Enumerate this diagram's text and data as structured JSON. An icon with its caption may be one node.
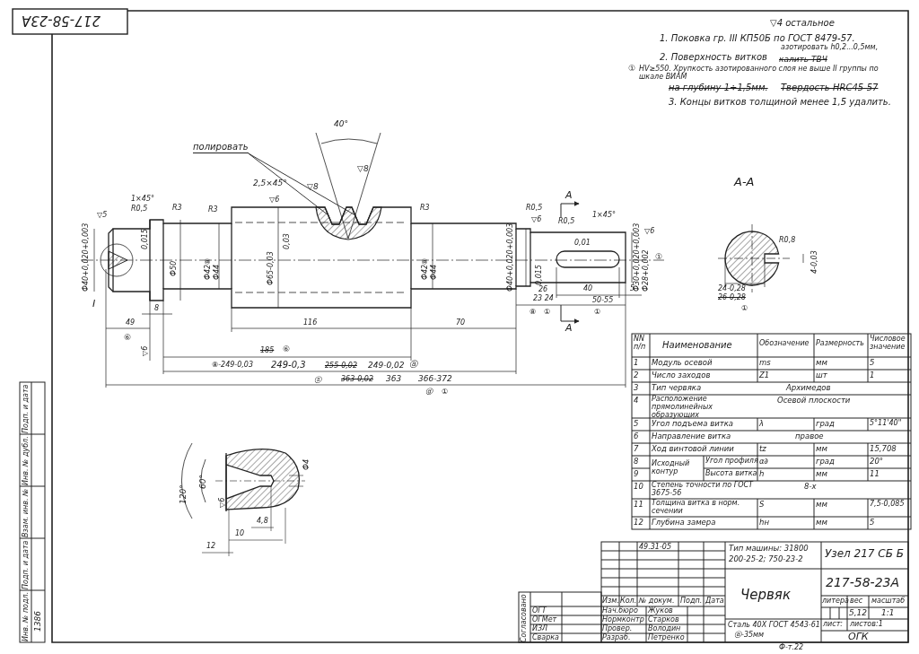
{
  "diagram": {
    "nodes": [
      {
        "text": [
          "полировать"
        ]
      },
      {
        "text": [],
        "shape": "picture"
      }
    ],
    "edges": [
      {
        "from": 0,
        "to": 1,
        "arrow": "none"
      },
      {
        "from": 0,
        "to": 1,
        "arrow": "none"
      }
    ],
    "labels": [
      "217-58-23А",
      "▽4 остальное",
      "1. Поковка гр. III КП50Б по ГОСТ 8479-57.",
      "азотировать h0,2...0,5мм,",
      "2. Поверхность витков",
      "калить ТВЧ",
      "①",
      "HV≥550. Хрупкость азотированного слоя не выше II группы по шкале ВИАМ",
      "на глубину 1÷1,5мм.",
      "Твердость HRC45-57",
      "3. Концы витков толщиной менее 1,5 удалить.",
      "40°",
      "▽8",
      "▽8",
      "2,5×45°",
      "1×45°",
      "R0,5",
      "▽5",
      "R3",
      "R3",
      "▽6",
      "R3",
      "Ф40+0,020+0,003",
      "0,015",
      "Ф50",
      "Ф42⑧",
      "Ф44",
      "Ф65-0,03",
      "0,03",
      "Ф42⑧",
      "Ф44",
      "R0,5",
      "▽6",
      "R0,5",
      "1×45°",
      "▽6",
      "Ф40+0,020+0,003",
      "0,015",
      "0,01",
      "Ф30+0,020+0,003",
      "Ф28+0,002",
      "①",
      "А",
      "А",
      "26",
      "23 24",
      "⑧",
      "①",
      "40",
      "5",
      "50-55",
      "①",
      "I",
      "8",
      "49",
      "⑥",
      "116",
      "70",
      "▽6",
      "185",
      "⑥",
      "⑧-249-0,03",
      "249-0,3",
      "255-0,02",
      "249-0,02",
      "ⓐ",
      "ⓢ",
      "363-0,02",
      "363",
      "366-372",
      "ⓓ",
      "①",
      "А-А",
      "R0,8",
      "4-0,03",
      "24-0,28",
      "26-0,28",
      "①",
      "120°",
      "60°",
      "▽6",
      "Ф4",
      "4,8",
      "10",
      "12",
      "NN п/п",
      "Наименование",
      "Обозначение",
      "Размерность",
      "Числовое значение",
      "1",
      "Модуль осевой",
      "ms",
      "мм",
      "5",
      "2",
      "Число заходов",
      "Z1",
      "шт",
      "1",
      "3",
      "Тип червяка",
      "Архимедов",
      "4",
      "Расположение прямолинейных образующих",
      "Осевой плоскости",
      "5",
      "Угол подъема витка",
      "λ",
      "град",
      "5°11'40\"",
      "6",
      "Направление витка",
      "правое",
      "7",
      "Ход винтовой линии",
      "tz",
      "мм",
      "15,708",
      "8",
      "Исходный контур",
      "Угол профиля",
      "α∂",
      "град",
      "20°",
      "9",
      "Высота витка",
      "h",
      "мм",
      "11",
      "10",
      "Степень точности по ГОСТ 3675-56",
      "8-х",
      "11",
      "Толщина витка в норм. сечении",
      "S",
      "мм",
      "7,5-0,085",
      "12",
      "Глубина замера",
      "hн",
      "мм",
      "5",
      "Тип машины: 31800",
      "200-25-2; 750-23-2",
      "Узел 217 СБ Б",
      "Червяк",
      "217-58-23А",
      "литера",
      "вес",
      "масштаб",
      "5,12",
      "1:1",
      "Сталь 40Х ГОСТ 4543-61",
      "ⓐ-35мм",
      "лист:",
      "листов:1",
      "ОГК",
      "Изм.",
      "Кол.",
      "№ докум.",
      "Подп.",
      "Дата",
      "49.31-05",
      "Нач.бюро",
      "Жуков",
      "Нормконтр",
      "Старков",
      "Провер.",
      "Володин",
      "Разраб.",
      "Петренко",
      "Согласовано",
      "ОГТ",
      "ОГМет",
      "ИЗЛ",
      "Сварка",
      "Ф-т.22",
      "Инв. № подл.",
      "Подп. и дата",
      "Взам. инв. №",
      "Инв. № дубл.",
      "Подп. и дата",
      "1386"
    ]
  }
}
